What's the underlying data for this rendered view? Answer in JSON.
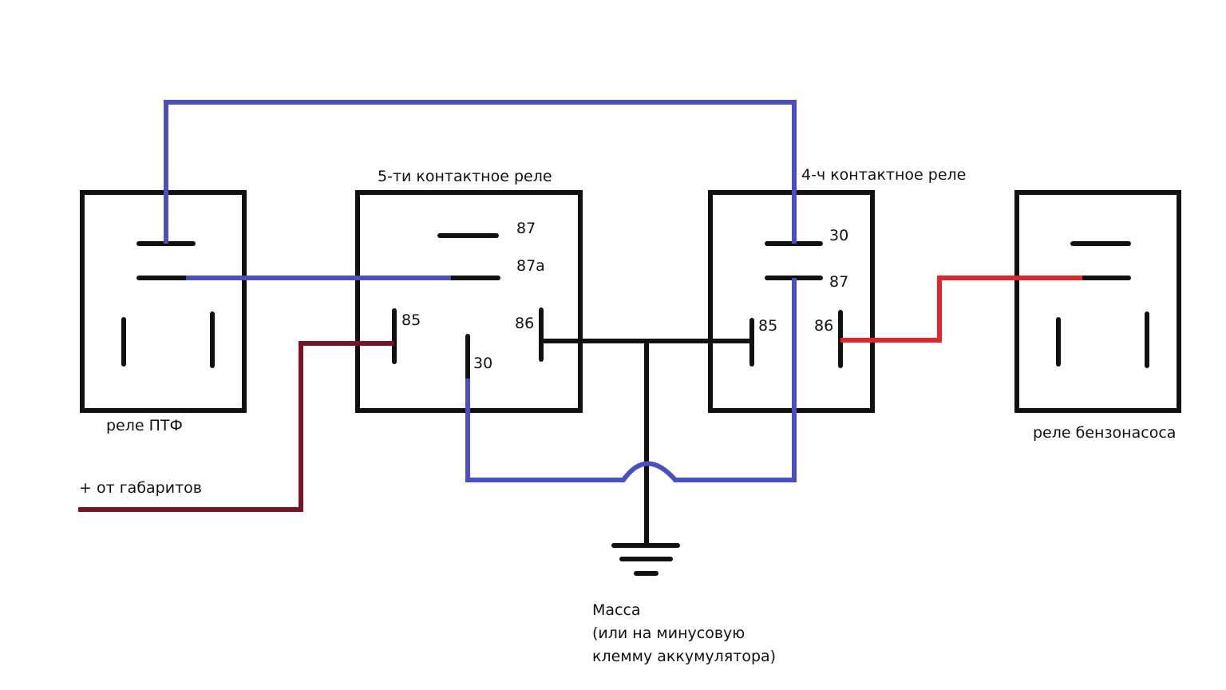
{
  "colors": {
    "box": "#111111",
    "blue": "#4a4fbf",
    "red": "#e0262b",
    "dark_red": "#7a1424",
    "ground": "#111111"
  },
  "relays": {
    "ptf": {
      "label": "реле ПТФ"
    },
    "five_pin": {
      "label": "5-ти контактное реле",
      "pin_87": "87",
      "pin_87a": "87а",
      "pin_85": "85",
      "pin_86": "86",
      "pin_30": "30"
    },
    "four_pin": {
      "label": "4-ч контактное реле",
      "pin_30": "30",
      "pin_87": "87",
      "pin_85": "85",
      "pin_86": "86"
    },
    "fuel_pump": {
      "label": "реле бензонасоса"
    }
  },
  "wires": {
    "parking_lights": {
      "label": "+ от габаритов"
    }
  },
  "ground": {
    "line1": "Масса",
    "line2": "(или на минусовую",
    "line3": "клемму аккумулятора)"
  }
}
